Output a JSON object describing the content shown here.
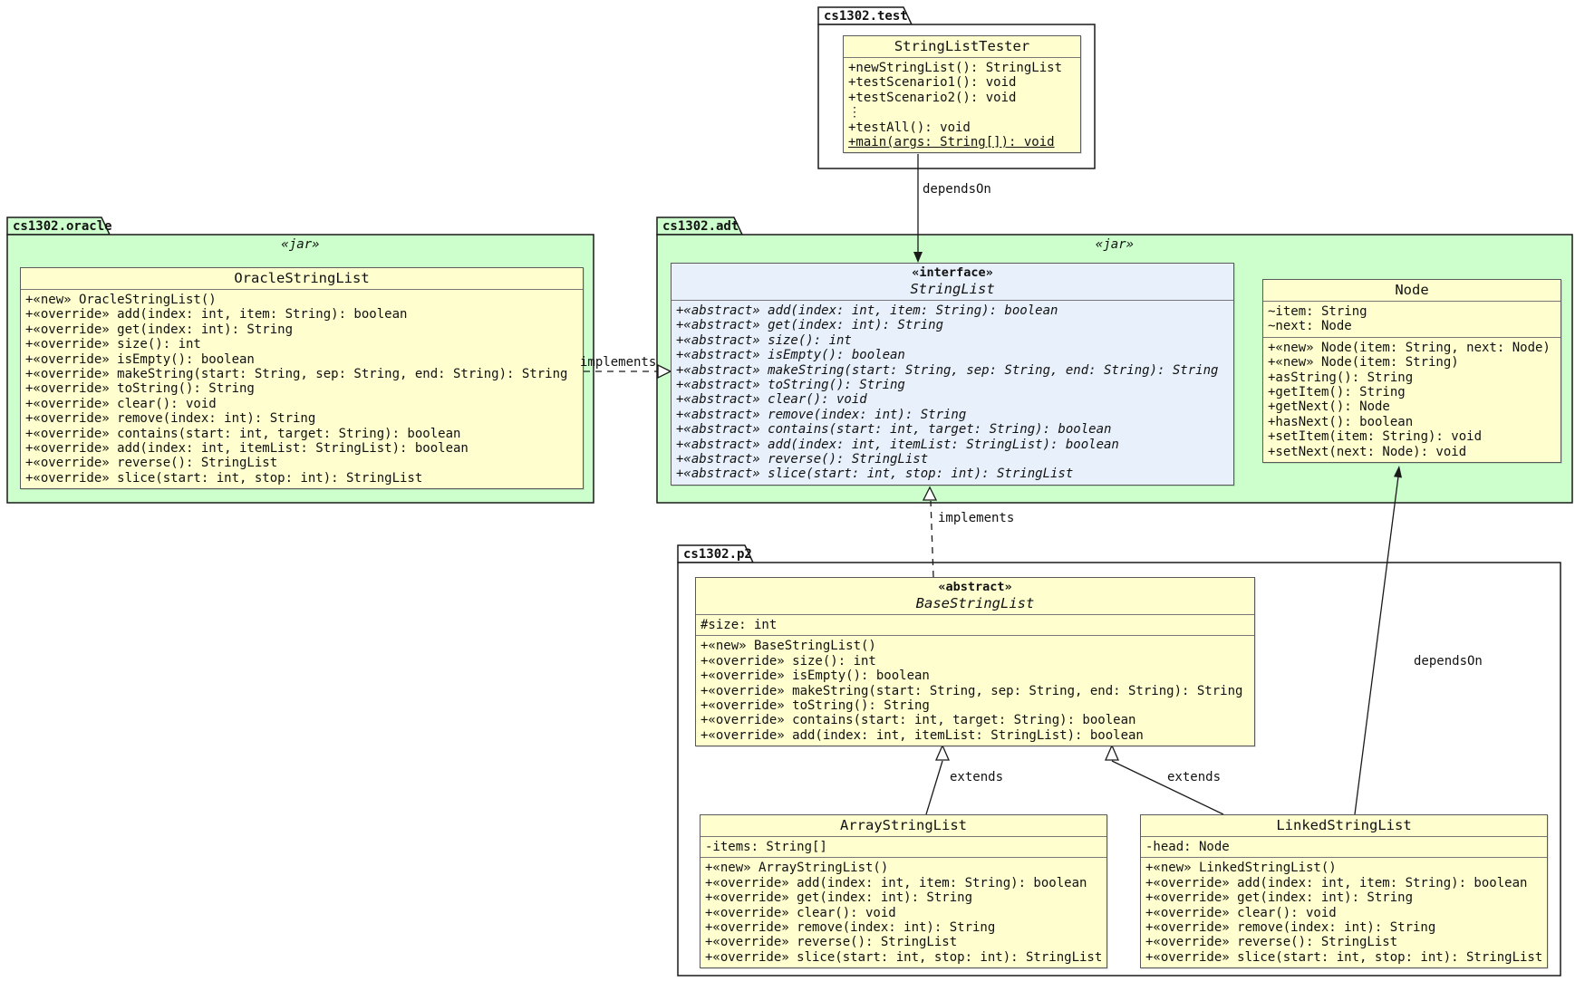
{
  "diagram": {
    "kind": "uml-class-diagram",
    "colors": {
      "package_green": "#ccffcc",
      "class_yellow": "#fefece",
      "interface_blue": "#e8f1fb",
      "line": "#1a1a1a"
    }
  },
  "packages": [
    {
      "id": "test",
      "name": "cs1302.test",
      "stereotype": ""
    },
    {
      "id": "oracle",
      "name": "cs1302.oracle",
      "stereotype": "«jar»"
    },
    {
      "id": "adt",
      "name": "cs1302.adt",
      "stereotype": "«jar»"
    },
    {
      "id": "p2",
      "name": "cs1302.p2",
      "stereotype": ""
    }
  ],
  "classes": {
    "StringListTester": {
      "name": "StringListTester",
      "members": [
        "+newStringList(): StringList",
        "+testScenario1(): void",
        "+testScenario2(): void",
        "⋮",
        "+testAll(): void",
        {
          "text": "+main(args: String[]): void",
          "u": true
        }
      ]
    },
    "OracleStringList": {
      "name": "OracleStringList",
      "members": [
        "+«new» OracleStringList()",
        "+«override» add(index: int, item: String): boolean",
        "+«override» get(index: int): String",
        "+«override» size(): int",
        "+«override» isEmpty(): boolean",
        "+«override» makeString(start: String, sep: String, end: String): String",
        "+«override» toString(): String",
        "+«override» clear(): void",
        "+«override» remove(index: int): String",
        "+«override» contains(start: int, target: String): boolean",
        "+«override» add(index: int, itemList: StringList): boolean",
        "+«override» reverse(): StringList",
        "+«override» slice(start: int, stop: int): StringList"
      ]
    },
    "StringList": {
      "stereotype": "«interface»",
      "name": "StringList",
      "members": [
        "+«abstract» add(index: int, item: String): boolean",
        "+«abstract» get(index: int): String",
        "+«abstract» size(): int",
        "+«abstract» isEmpty(): boolean",
        "+«abstract» makeString(start: String, sep: String, end: String): String",
        "+«abstract» toString(): String",
        "+«abstract» clear(): void",
        "+«abstract» remove(index: int): String",
        "+«abstract» contains(start: int, target: String): boolean",
        "+«abstract» add(index: int, itemList: StringList): boolean",
        "+«abstract» reverse(): StringList",
        "+«abstract» slice(start: int, stop: int): StringList"
      ]
    },
    "Node": {
      "name": "Node",
      "attributes": [
        "~item: String",
        "~next: Node"
      ],
      "members": [
        "+«new» Node(item: String, next: Node)",
        "+«new» Node(item: String)",
        "+asString(): String",
        "+getItem(): String",
        "+getNext(): Node",
        "+hasNext(): boolean",
        "+setItem(item: String): void",
        "+setNext(next: Node): void"
      ]
    },
    "BaseStringList": {
      "stereotype": "«abstract»",
      "name": "BaseStringList",
      "attributes": [
        "#size: int"
      ],
      "members": [
        "+«new» BaseStringList()",
        "+«override» size(): int",
        "+«override» isEmpty(): boolean",
        "+«override» makeString(start: String, sep: String, end: String): String",
        "+«override» toString(): String",
        "+«override» contains(start: int, target: String): boolean",
        "+«override» add(index: int, itemList: StringList): boolean"
      ]
    },
    "ArrayStringList": {
      "name": "ArrayStringList",
      "attributes": [
        "-items: String[]"
      ],
      "members": [
        "+«new» ArrayStringList()",
        "+«override» add(index: int, item: String): boolean",
        "+«override» get(index: int): String",
        "+«override» clear(): void",
        "+«override» remove(index: int): String",
        "+«override» reverse(): StringList",
        "+«override» slice(start: int, stop: int): StringList"
      ]
    },
    "LinkedStringList": {
      "name": "LinkedStringList",
      "attributes": [
        "-head: Node"
      ],
      "members": [
        "+«new» LinkedStringList()",
        "+«override» add(index: int, item: String): boolean",
        "+«override» get(index: int): String",
        "+«override» clear(): void",
        "+«override» remove(index: int): String",
        "+«override» reverse(): StringList",
        "+«override» slice(start: int, stop: int): StringList"
      ]
    }
  },
  "relationships": [
    {
      "from": "StringListTester",
      "to": "StringList",
      "label": "dependsOn",
      "style": "solid-open-arrow"
    },
    {
      "from": "OracleStringList",
      "to": "StringList",
      "label": "implements",
      "style": "dashed-hollow-triangle"
    },
    {
      "from": "BaseStringList",
      "to": "StringList",
      "label": "implements",
      "style": "dashed-hollow-triangle"
    },
    {
      "from": "ArrayStringList",
      "to": "BaseStringList",
      "label": "extends",
      "style": "solid-hollow-triangle"
    },
    {
      "from": "LinkedStringList",
      "to": "BaseStringList",
      "label": "extends",
      "style": "solid-hollow-triangle"
    },
    {
      "from": "LinkedStringList",
      "to": "Node",
      "label": "dependsOn",
      "style": "solid-open-arrow"
    }
  ]
}
